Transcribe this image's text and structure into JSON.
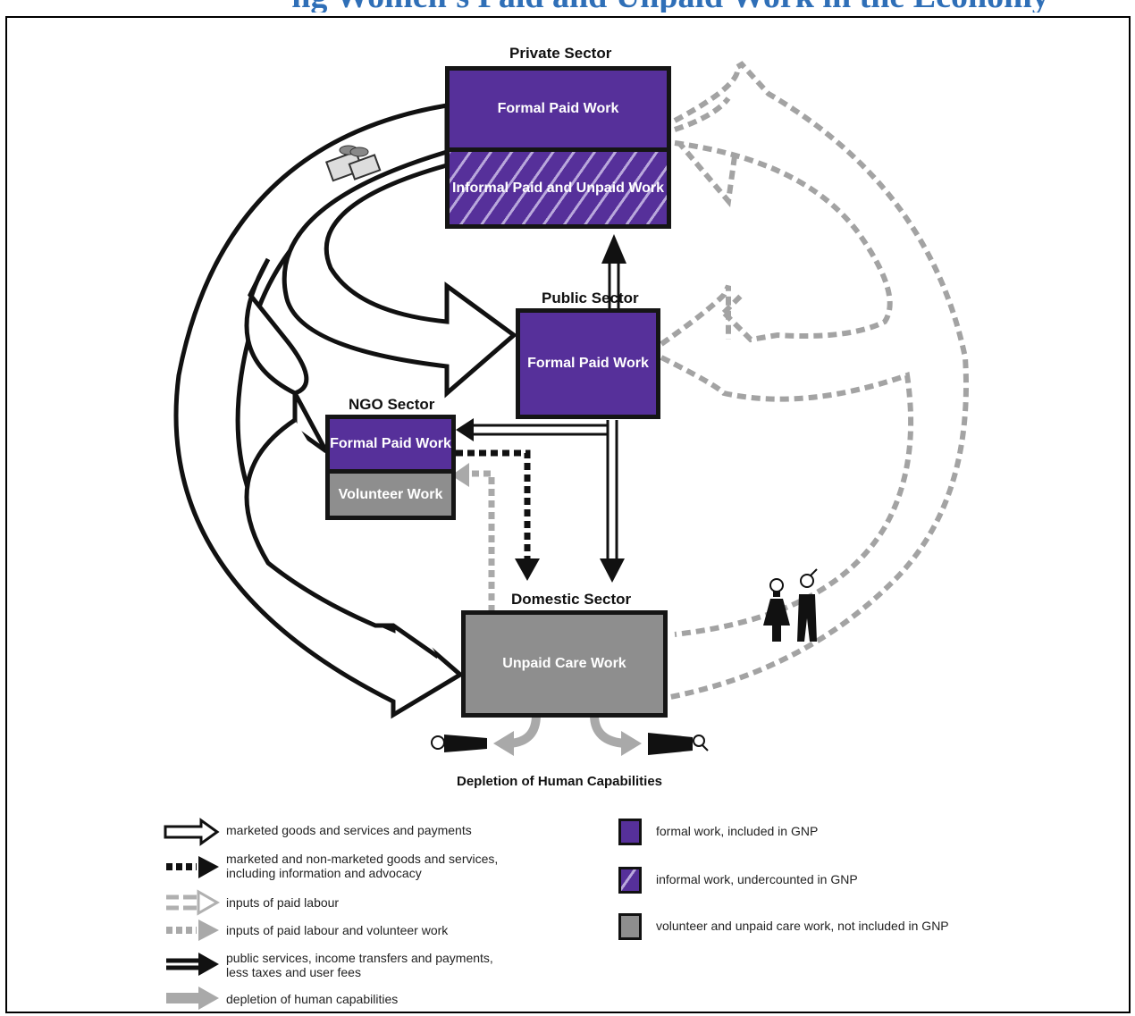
{
  "header": {
    "title": "ng Women's Paid and Unpaid Work in the Economy"
  },
  "colors": {
    "formal": "#56309a",
    "informal_hatch": "#b9a8dc",
    "unpaid": "#8e8e8e",
    "paid_labour_arrow": "#a9a9a9",
    "title_blue": "#2f6fb7"
  },
  "sectors": {
    "private": {
      "title": "Private Sector",
      "formal": "Formal Paid Work",
      "informal": "Informal Paid and Unpaid Work"
    },
    "public": {
      "title": "Public Sector",
      "formal": "Formal Paid Work"
    },
    "ngo": {
      "title": "NGO Sector",
      "formal": "Formal Paid Work",
      "volunteer": "Volunteer Work"
    },
    "domestic": {
      "title": "Domestic Sector",
      "unpaid": "Unpaid Care Work"
    }
  },
  "depletion": "Depletion of Human Capabilities",
  "icons": [
    "money-icon",
    "woman-icon",
    "man-icon",
    "female-symbol-icon",
    "male-symbol-icon"
  ],
  "legend": {
    "arrows": [
      {
        "label": "marketed goods and services and payments",
        "style": "hollow-black"
      },
      {
        "label": "marketed and non-marketed goods and services, including information and advocacy",
        "style": "dotted-black"
      },
      {
        "label": "inputs of paid labour",
        "style": "dashed-hollow-grey"
      },
      {
        "label": "inputs of paid labour and volunteer work",
        "style": "dotted-grey"
      },
      {
        "label": "public services, income transfers and payments, less taxes and user fees",
        "style": "double-line-black"
      },
      {
        "label": "depletion of human capabilities",
        "style": "solid-grey"
      }
    ],
    "swatches": [
      {
        "label": "formal work, included in GNP",
        "style": "formal"
      },
      {
        "label": "informal work, undercounted in GNP",
        "style": "hatched"
      },
      {
        "label": "volunteer and unpaid care work, not included in GNP",
        "style": "grey"
      }
    ]
  }
}
